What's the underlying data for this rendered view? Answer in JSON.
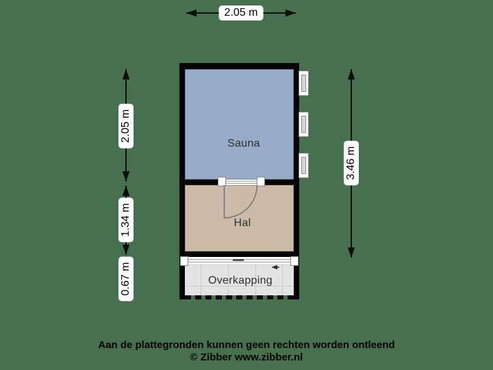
{
  "floorplan": {
    "rooms": [
      {
        "name": "sauna",
        "label": "Sauna",
        "fill": "#98abc7"
      },
      {
        "name": "hal",
        "label": "Hal",
        "fill": "#cabaa7"
      },
      {
        "name": "overkapping",
        "label": "Overkapping",
        "fill": "#e3e3e3"
      }
    ],
    "dimensions": {
      "top": "2.05 m",
      "left_upper": "2.05 m",
      "left_middle": "1.34 m",
      "left_lower": "0.67 m",
      "right": "3.46 m"
    },
    "windows_on_right_wall": 3,
    "colors": {
      "background": "#47714E",
      "wall": "#050505",
      "sauna_fill": "#98abc7",
      "hal_fill": "#cabaa7",
      "overkapping_fill": "#e3e3e3",
      "dimension_line": "#0d0d0d",
      "label_background": "#ffffff"
    }
  },
  "footer": {
    "disclaimer": "Aan de plattegronden kunnen geen rechten worden ontleend",
    "copyright": "© Zibber www.zibber.nl"
  }
}
